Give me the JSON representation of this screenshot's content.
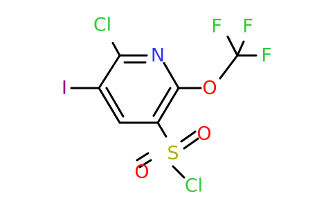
{
  "structure": {
    "atoms": {
      "cl_ring": {
        "label": "Cl",
        "color": "#33cc33"
      },
      "n_ring": {
        "label": "N",
        "color": "#3333ff"
      },
      "i": {
        "label": "I",
        "color": "#940094"
      },
      "o_ether": {
        "label": "O",
        "color": "#ff0d0d"
      },
      "f_top_left": {
        "label": "F",
        "color": "#33cc33"
      },
      "f_top_right": {
        "label": "F",
        "color": "#33cc33"
      },
      "f_right": {
        "label": "F",
        "color": "#33cc33"
      },
      "s": {
        "label": "S",
        "color": "#b2b200"
      },
      "o_sulfonyl_right": {
        "label": "O",
        "color": "#ff0d0d"
      },
      "o_sulfonyl_left": {
        "label": "O",
        "color": "#ff0d0d"
      },
      "cl_sulfonyl": {
        "label": "Cl",
        "color": "#33cc33"
      }
    },
    "bond_color": "#000000"
  }
}
